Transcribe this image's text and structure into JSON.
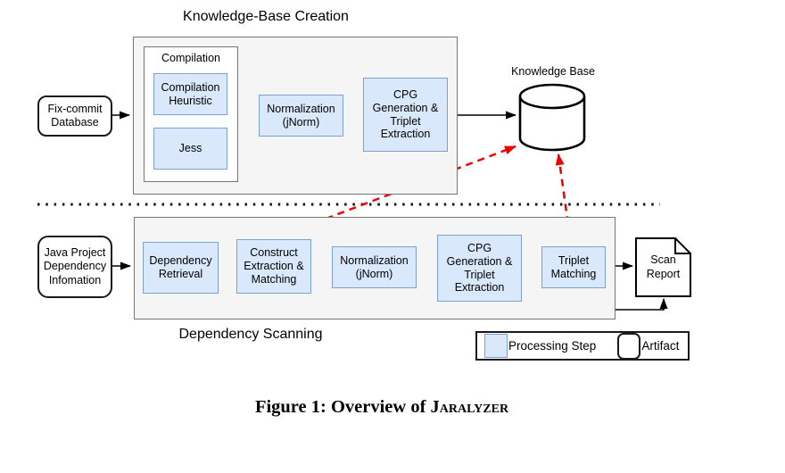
{
  "top": {
    "title": "Knowledge-Base Creation",
    "input_label": "Fix-commit Database",
    "compilation_group_label": "Compilation",
    "compilation_heuristic_label": "Compilation Heuristic",
    "jess_label": "Jess",
    "normalization_label": "Normalization (jNorm)",
    "cpg_label": "CPG Generation & Triplet Extraction",
    "knowledge_base_label": "Knowledge Base"
  },
  "bottom": {
    "title": "Dependency Scanning",
    "input_label": "Java Project Dependency Infomation",
    "dependency_retrieval_label": "Dependency Retrieval",
    "construct_label": "Construct Extraction & Matching",
    "normalization_label": "Normalization (jNorm)",
    "cpg_label": "CPG Generation & Triplet Extraction",
    "triplet_matching_label": "Triplet Matching",
    "scan_report_label": "Scan Report"
  },
  "legend": {
    "processing_step_label": "Processing Step",
    "artifact_label": "Artifact"
  },
  "caption": {
    "prefix": "Figure 1: Overview of ",
    "brand": "Jaralyzer"
  },
  "colors": {
    "process_fill": "#dae8fc",
    "process_border": "#7ea0cf",
    "container_fill": "#f5f5f5",
    "red_arrow": "#ee0000",
    "black": "#000000"
  }
}
